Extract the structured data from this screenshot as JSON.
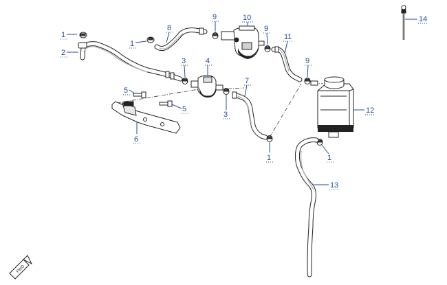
{
  "callouts": {
    "c1a": "1",
    "c1b": "1",
    "c1c": "1",
    "c1d": "1",
    "c2": "2",
    "c3a": "3",
    "c3b": "3",
    "c4": "4",
    "c5a": "5",
    "c5b": "5",
    "c6": "6",
    "c7": "7",
    "c8": "8",
    "c9a": "9",
    "c9b": "9",
    "c9c": "9",
    "c10": "10",
    "c11": "11",
    "c12": "12",
    "c13": "13",
    "c14": "14"
  },
  "fwd_label": "FWD",
  "colors": {
    "callout": "#1f4e99",
    "line": "#222222"
  }
}
